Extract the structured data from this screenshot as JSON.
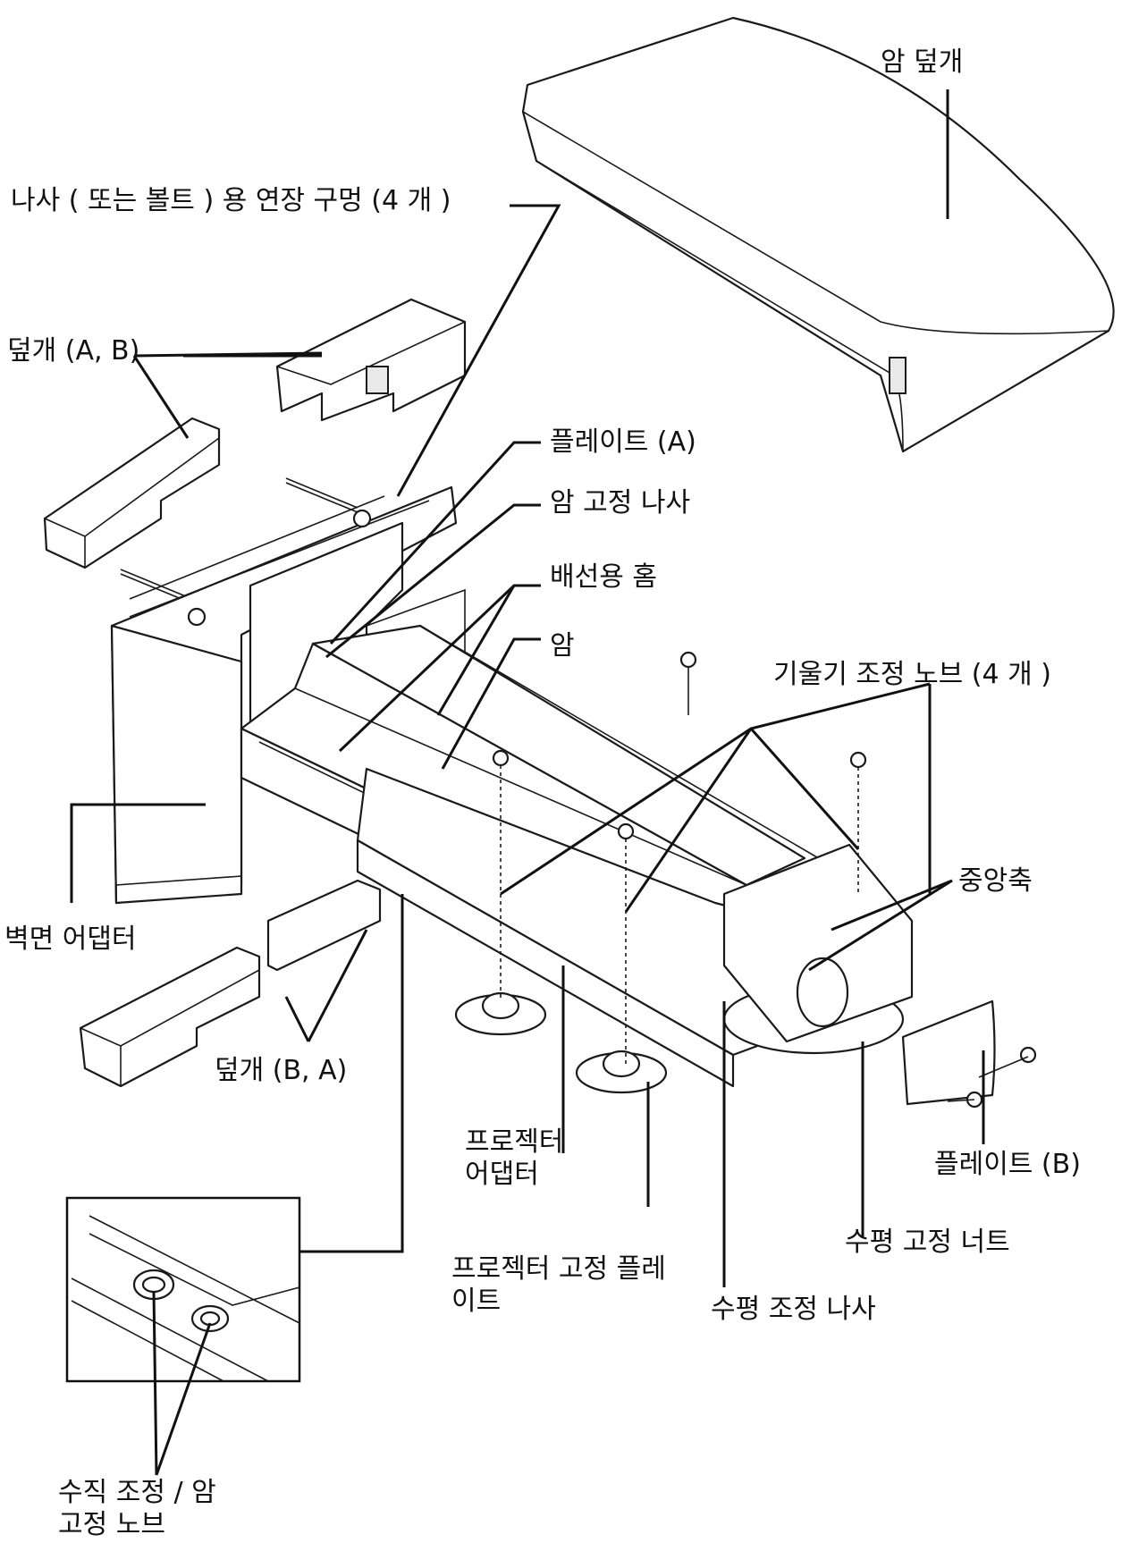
{
  "labels": {
    "arm_cover": "암 덮개",
    "screw_holes": "나사 ( 또는 볼트 ) 용 연장 구멍 (4 개 )",
    "covers_ab": "덮개 (A, B)",
    "plate_a": "플레이트 (A)",
    "arm_fix_screw": "암 고정 나사",
    "wiring_groove": "배선용 홈",
    "arm": "암",
    "tilt_knob": "기울기 조정 노브 (4 개 )",
    "wall_adapter": "벽면 어댑터",
    "center_shaft": "중앙축",
    "covers_ba": "덮개 (B, A)",
    "projector_adapter": "프로젝터 어댑터",
    "plate_b": "플레이트 (B)",
    "horizontal_fix_nut": "수평 고정 너트",
    "projector_fix_plate": "프로젝터 고정 플레이트",
    "horizontal_adjust_screw": "수평 조정 나사",
    "vertical_adjust_knob": "수직 조정 / 암 고정 노브"
  }
}
